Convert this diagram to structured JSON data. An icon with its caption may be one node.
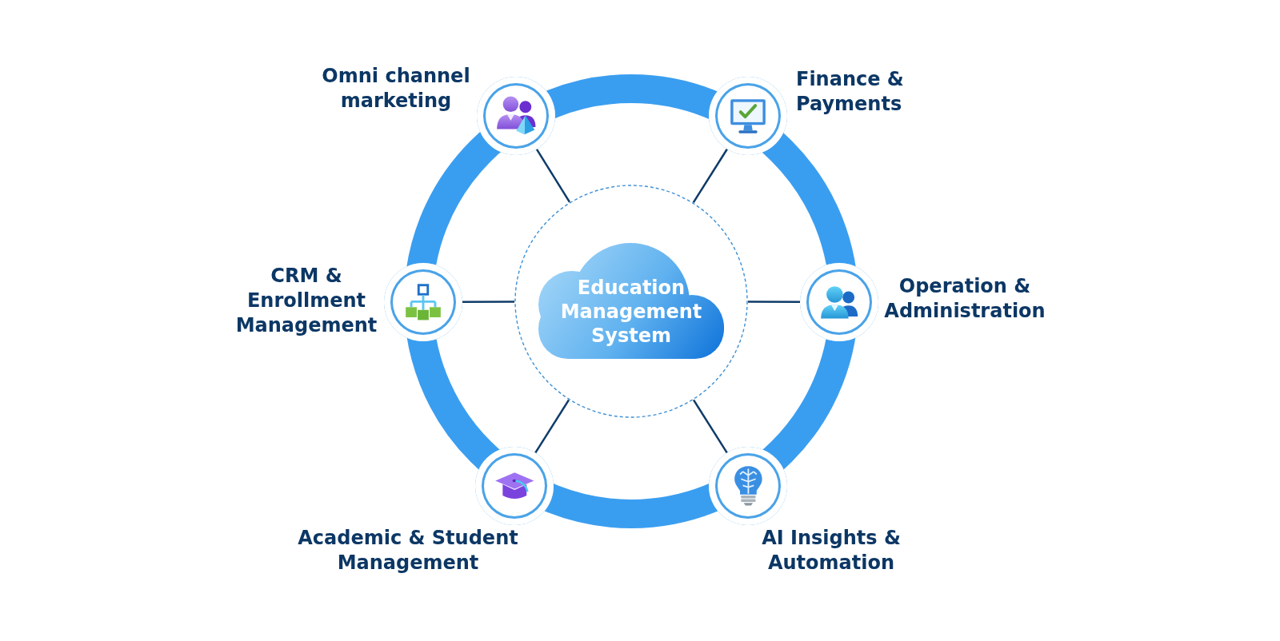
{
  "diagram": {
    "nodes": [
      {
        "text": [
          "Omni channel marketing"
        ]
      },
      {
        "text": [
          "Finance & Payments"
        ]
      },
      {
        "text": [
          "CRM & Enrollment Management"
        ]
      },
      {
        "text": [],
        "shape": "circle"
      },
      {
        "text": [
          "Education Management System"
        ],
        "in": 3
      },
      {
        "text": [
          "Operation & Administration"
        ]
      },
      {
        "text": [
          "Academic & Student Management"
        ]
      },
      {
        "text": [
          "AI Insights & Automation"
        ]
      }
    ],
    "edges": [
      {
        "from": 3,
        "to": 0,
        "arrow": "none"
      },
      {
        "from": 3,
        "to": 1,
        "arrow": "none"
      },
      {
        "from": 3,
        "to": 2,
        "arrow": "none"
      },
      {
        "from": 3,
        "to": 5,
        "arrow": "none"
      },
      {
        "from": 3,
        "to": 6,
        "arrow": "none"
      },
      {
        "from": 3,
        "to": 7,
        "arrow": "none"
      }
    ]
  }
}
